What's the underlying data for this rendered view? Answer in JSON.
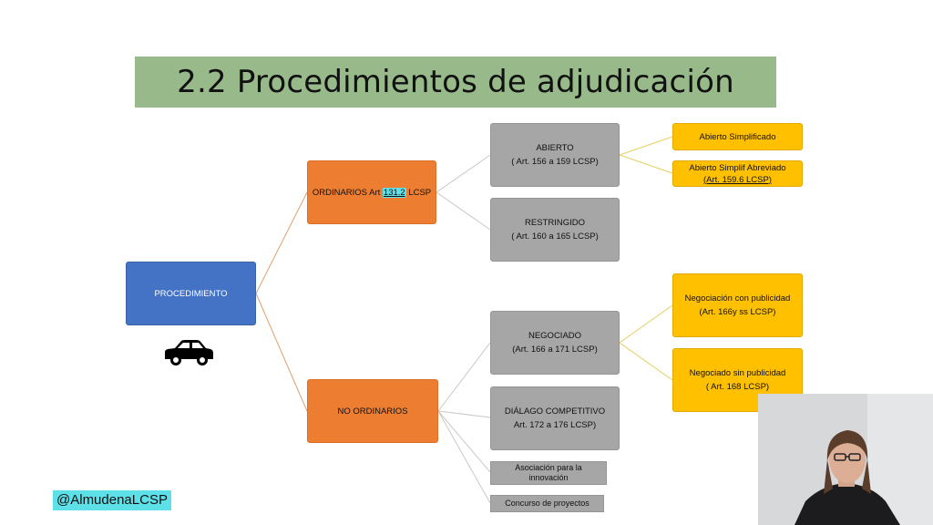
{
  "title": "2.2 Procedimientos de adjudicación",
  "root": {
    "label": "PROCEDIMIENTO"
  },
  "ordinarios": {
    "prefix": "ORDINARIOS Art ",
    "ref": "131.2",
    "suffix": " LCSP"
  },
  "no_ordinarios": {
    "label": "NO ORDINARIOS"
  },
  "abierto": {
    "line1": "ABIERTO",
    "line2": "( Art. 156 a 159 LCSP)"
  },
  "restringido": {
    "line1": "RESTRINGIDO",
    "line2": "( Art. 160 a 165 LCSP)"
  },
  "negociado": {
    "line1": "NEGOCIADO",
    "line2": "(Art. 166 a 171 LCSP)"
  },
  "dialogo": {
    "line1": "DIÁLAGO COMPETITIVO",
    "line2": "Art. 172 a 176 LCSP)"
  },
  "asociacion": {
    "line1": "Asociación para la",
    "line2": "innovación"
  },
  "concurso": {
    "label": "Concurso de proyectos"
  },
  "abierto_simplificado": {
    "label": "Abierto Simplificado"
  },
  "abierto_abreviado": {
    "line1": "Abierto Simplif Abreviado",
    "line2": "(Art. 159.6 LCSP)"
  },
  "negociacion_publicidad": {
    "line1": "Negociación  con publicidad",
    "line2": "(Art. 166y ss LCSP)"
  },
  "negociado_sin_publicidad": {
    "line1": "Negociado sin publicidad",
    "line2": "( Art. 168 LCSP)"
  },
  "handle": "@AlmudenaLCSP",
  "icons": {
    "car": "car-icon"
  },
  "colors": {
    "title_bg": "#98b98a",
    "root": "#4472c4",
    "level1": "#ed7d31",
    "level2": "#a6a6a6",
    "level3": "#ffc000",
    "handle_bg": "#5ee0e8"
  }
}
